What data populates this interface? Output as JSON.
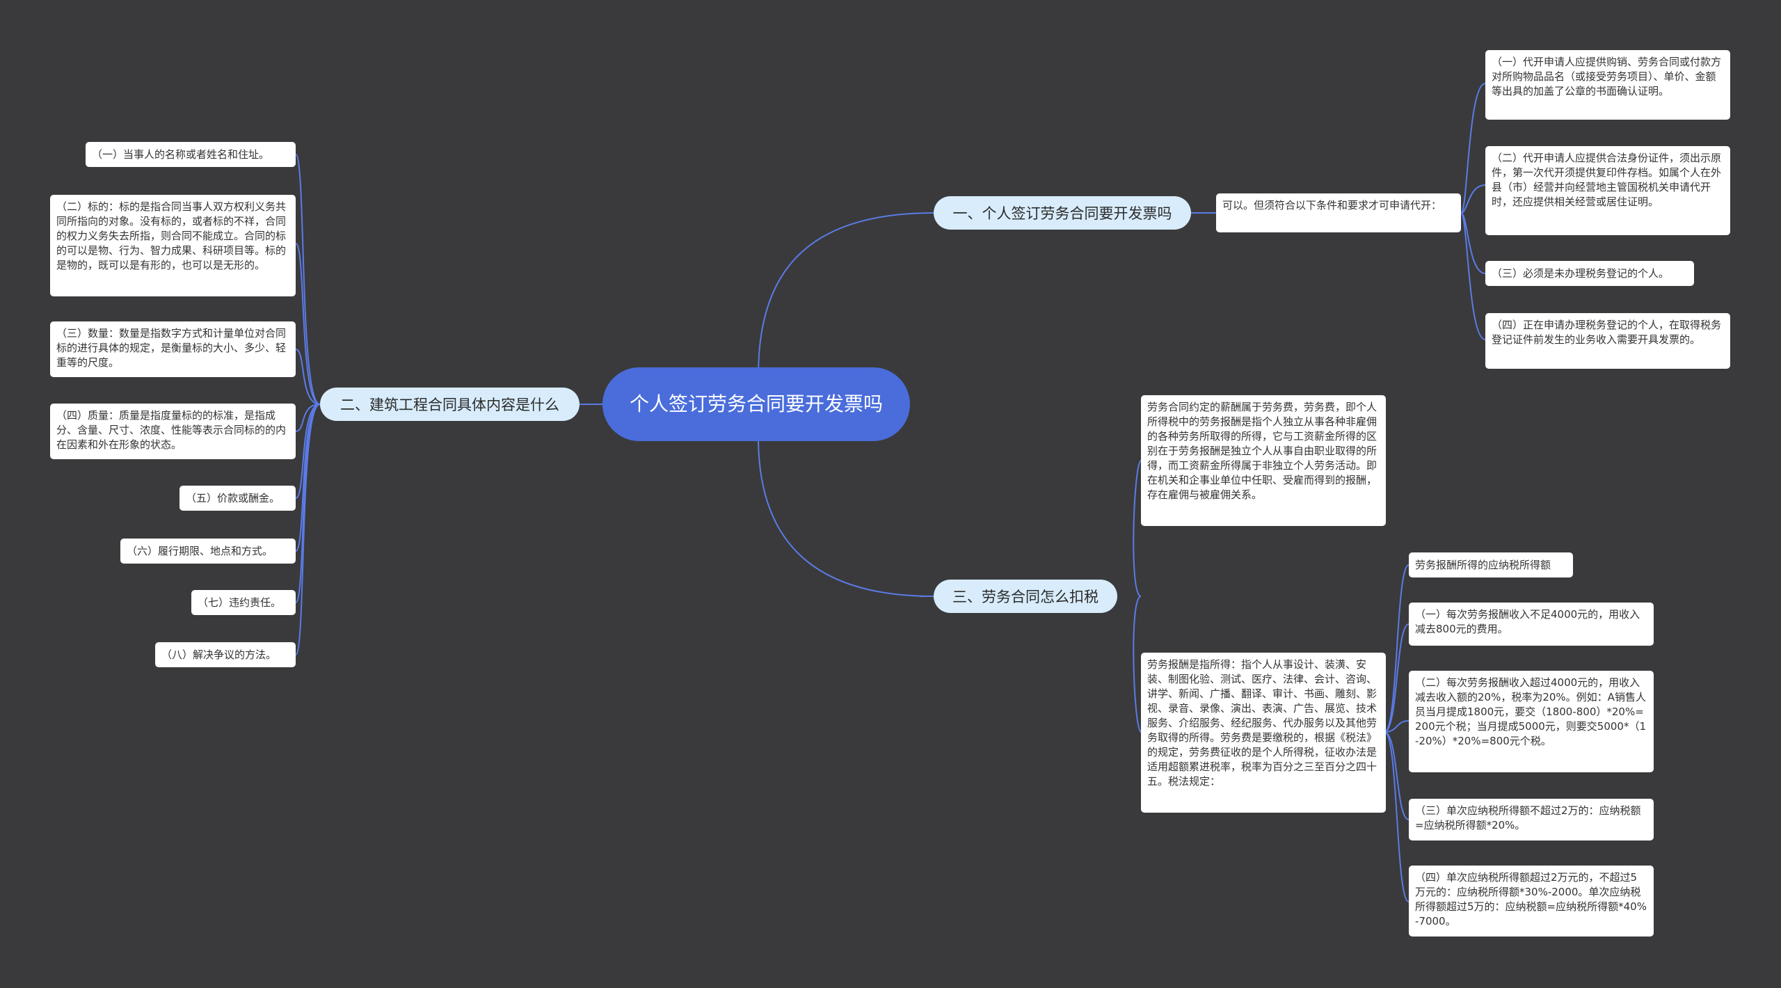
{
  "root": {
    "title": "个人签订劳务合同要开发票吗"
  },
  "branches": [
    {
      "label": "一、个人签订劳务合同要开发票吗",
      "intro": "可以。但须符合以下条件和要求才可申请代开：",
      "items": [
        "（一）代开申请人应提供购销、劳务合同或付款方对所购物品品名（或接受劳务项目）、单价、金额等出具的加盖了公章的书面确认证明。",
        "（二）代开申请人应提供合法身份证件，须出示原件，第一次代开须提供复印件存档。如属个人在外县（市）经营并向经营地主管国税机关申请代开时，还应提供相关经营或居住证明。",
        "（三）必须是未办理税务登记的个人。",
        "（四）正在申请办理税务登记的个人，在取得税务登记证件前发生的业务收入需要开具发票的。"
      ]
    },
    {
      "label": "二、建筑工程合同具体内容是什么",
      "items": [
        "（一）当事人的名称或者姓名和住址。",
        "（二）标的：标的是指合同当事人双方权利义务共同所指向的对象。没有标的，或者标的不祥，合同的权力义务失去所指，则合同不能成立。合同的标的可以是物、行为、智力成果、科研项目等。标的是物的，既可以是有形的，也可以是无形的。",
        "（三）数量：数量是指数字方式和计量单位对合同标的进行具体的规定，是衡量标的大小、多少、轻重等的尺度。",
        "（四）质量：质量是指度量标的的标准，是指成分、含量、尺寸、浓度、性能等表示合同标的的内在因素和外在形象的状态。",
        "（五）价款或酬金。",
        "（六）履行期限、地点和方式。",
        "（七）违约责任。",
        "（八）解决争议的方法。"
      ]
    },
    {
      "label": "三、劳务合同怎么扣税",
      "paragraph1": "劳务合同约定的薪酬属于劳务费，劳务费，即个人所得税中的劳务报酬是指个人独立从事各种非雇佣的各种劳务所取得的所得，它与工资薪金所得的区别在于劳务报酬是独立个人从事自由职业取得的所得，而工资薪金所得属于非独立个人劳务活动。即在机关和企事业单位中任职、受雇而得到的报酬，存在雇佣与被雇佣关系。",
      "paragraph2": "劳务报酬是指所得：指个人从事设计、装潢、安装、制图化验、测试、医疗、法律、会计、咨询、讲学、新闻、广播、翻译、审计、书画、雕刻、影视、录音、录像、演出、表演、广告、展览、技术服务、介绍服务、经纪服务、代办服务以及其他劳务取得的所得。劳务费是要缴税的，根据《税法》的规定，劳务费征收的是个人所得税，征收办法是适用超额累进税率，税率为百分之三至百分之四十五。税法规定：",
      "items": [
        "劳务报酬所得的应纳税所得额",
        "（一）每次劳务报酬收入不足4000元的，用收入减去800元的费用。",
        "（二）每次劳务报酬收入超过4000元的，用收入减去收入额的20%，税率为20%。例如：A销售人员当月提成1800元，要交（1800-800）*20%=200元个税；当月提成5000元，则要交5000*（1-20%）*20%=800元个税。",
        "（三）单次应纳税所得额不超过2万的：应纳税额=应纳税所得额*20%。",
        "（四）单次应纳税所得额超过2万元的，不超过5万元的：应纳税所得额*30%-2000。单次应纳税所得额超过5万的：应纳税额=应纳税所得额*40%-7000。"
      ]
    }
  ],
  "colors": {
    "background": "#3a3a3c",
    "root": "#4a6ddb",
    "branch": "#d8ecfb",
    "leaf": "#ffffff",
    "link": "#5b7be6"
  }
}
